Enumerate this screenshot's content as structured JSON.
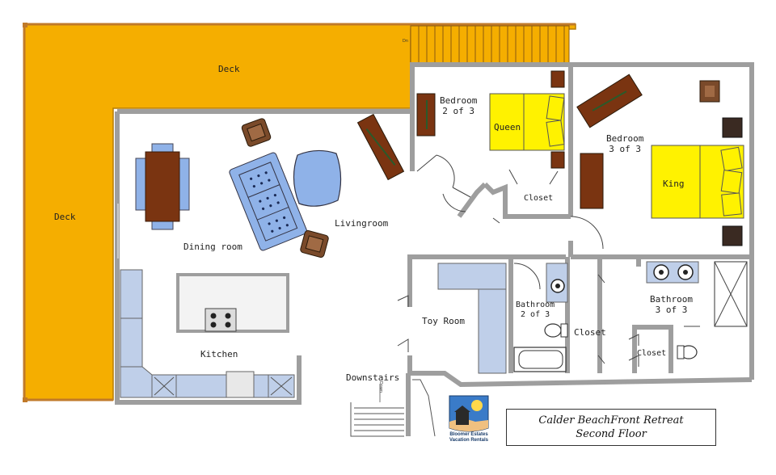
{
  "plan": {
    "rooms": {
      "deck_top": "Deck",
      "deck_left": "Deck",
      "bedroom2": "Bedroom\n2 of 3",
      "bedroom3": "Bedroom\n3 of 3",
      "queen_bed": "Queen",
      "king_bed": "King",
      "closet_bed2": "Closet",
      "livingroom": "Livingroom",
      "dining_room": "Dining room",
      "kitchen": "Kitchen",
      "toy_room": "Toy Room",
      "bathroom2": "Bathroom\n2 of 3",
      "closet_middle": "Closet",
      "bathroom3": "Bathroom\n3 of 3",
      "closet_bath3": "Closet",
      "downstairs": "Downstairs",
      "down_arrow_label": "Down",
      "stair_top_label": "Dn"
    },
    "title": {
      "line1": "Calder BeachFront Retreat",
      "line2": "Second Floor"
    },
    "logo": {
      "line1": "Bloomer Estates",
      "line2": "Vacation Rentals"
    },
    "colors": {
      "deck": "#f5ae00",
      "wall": "#9e9e9e",
      "bed": "#fff200",
      "furniture_blue": "#8fb2e8",
      "furniture_brown": "#7a3411",
      "counter": "#bfcfe9"
    }
  }
}
